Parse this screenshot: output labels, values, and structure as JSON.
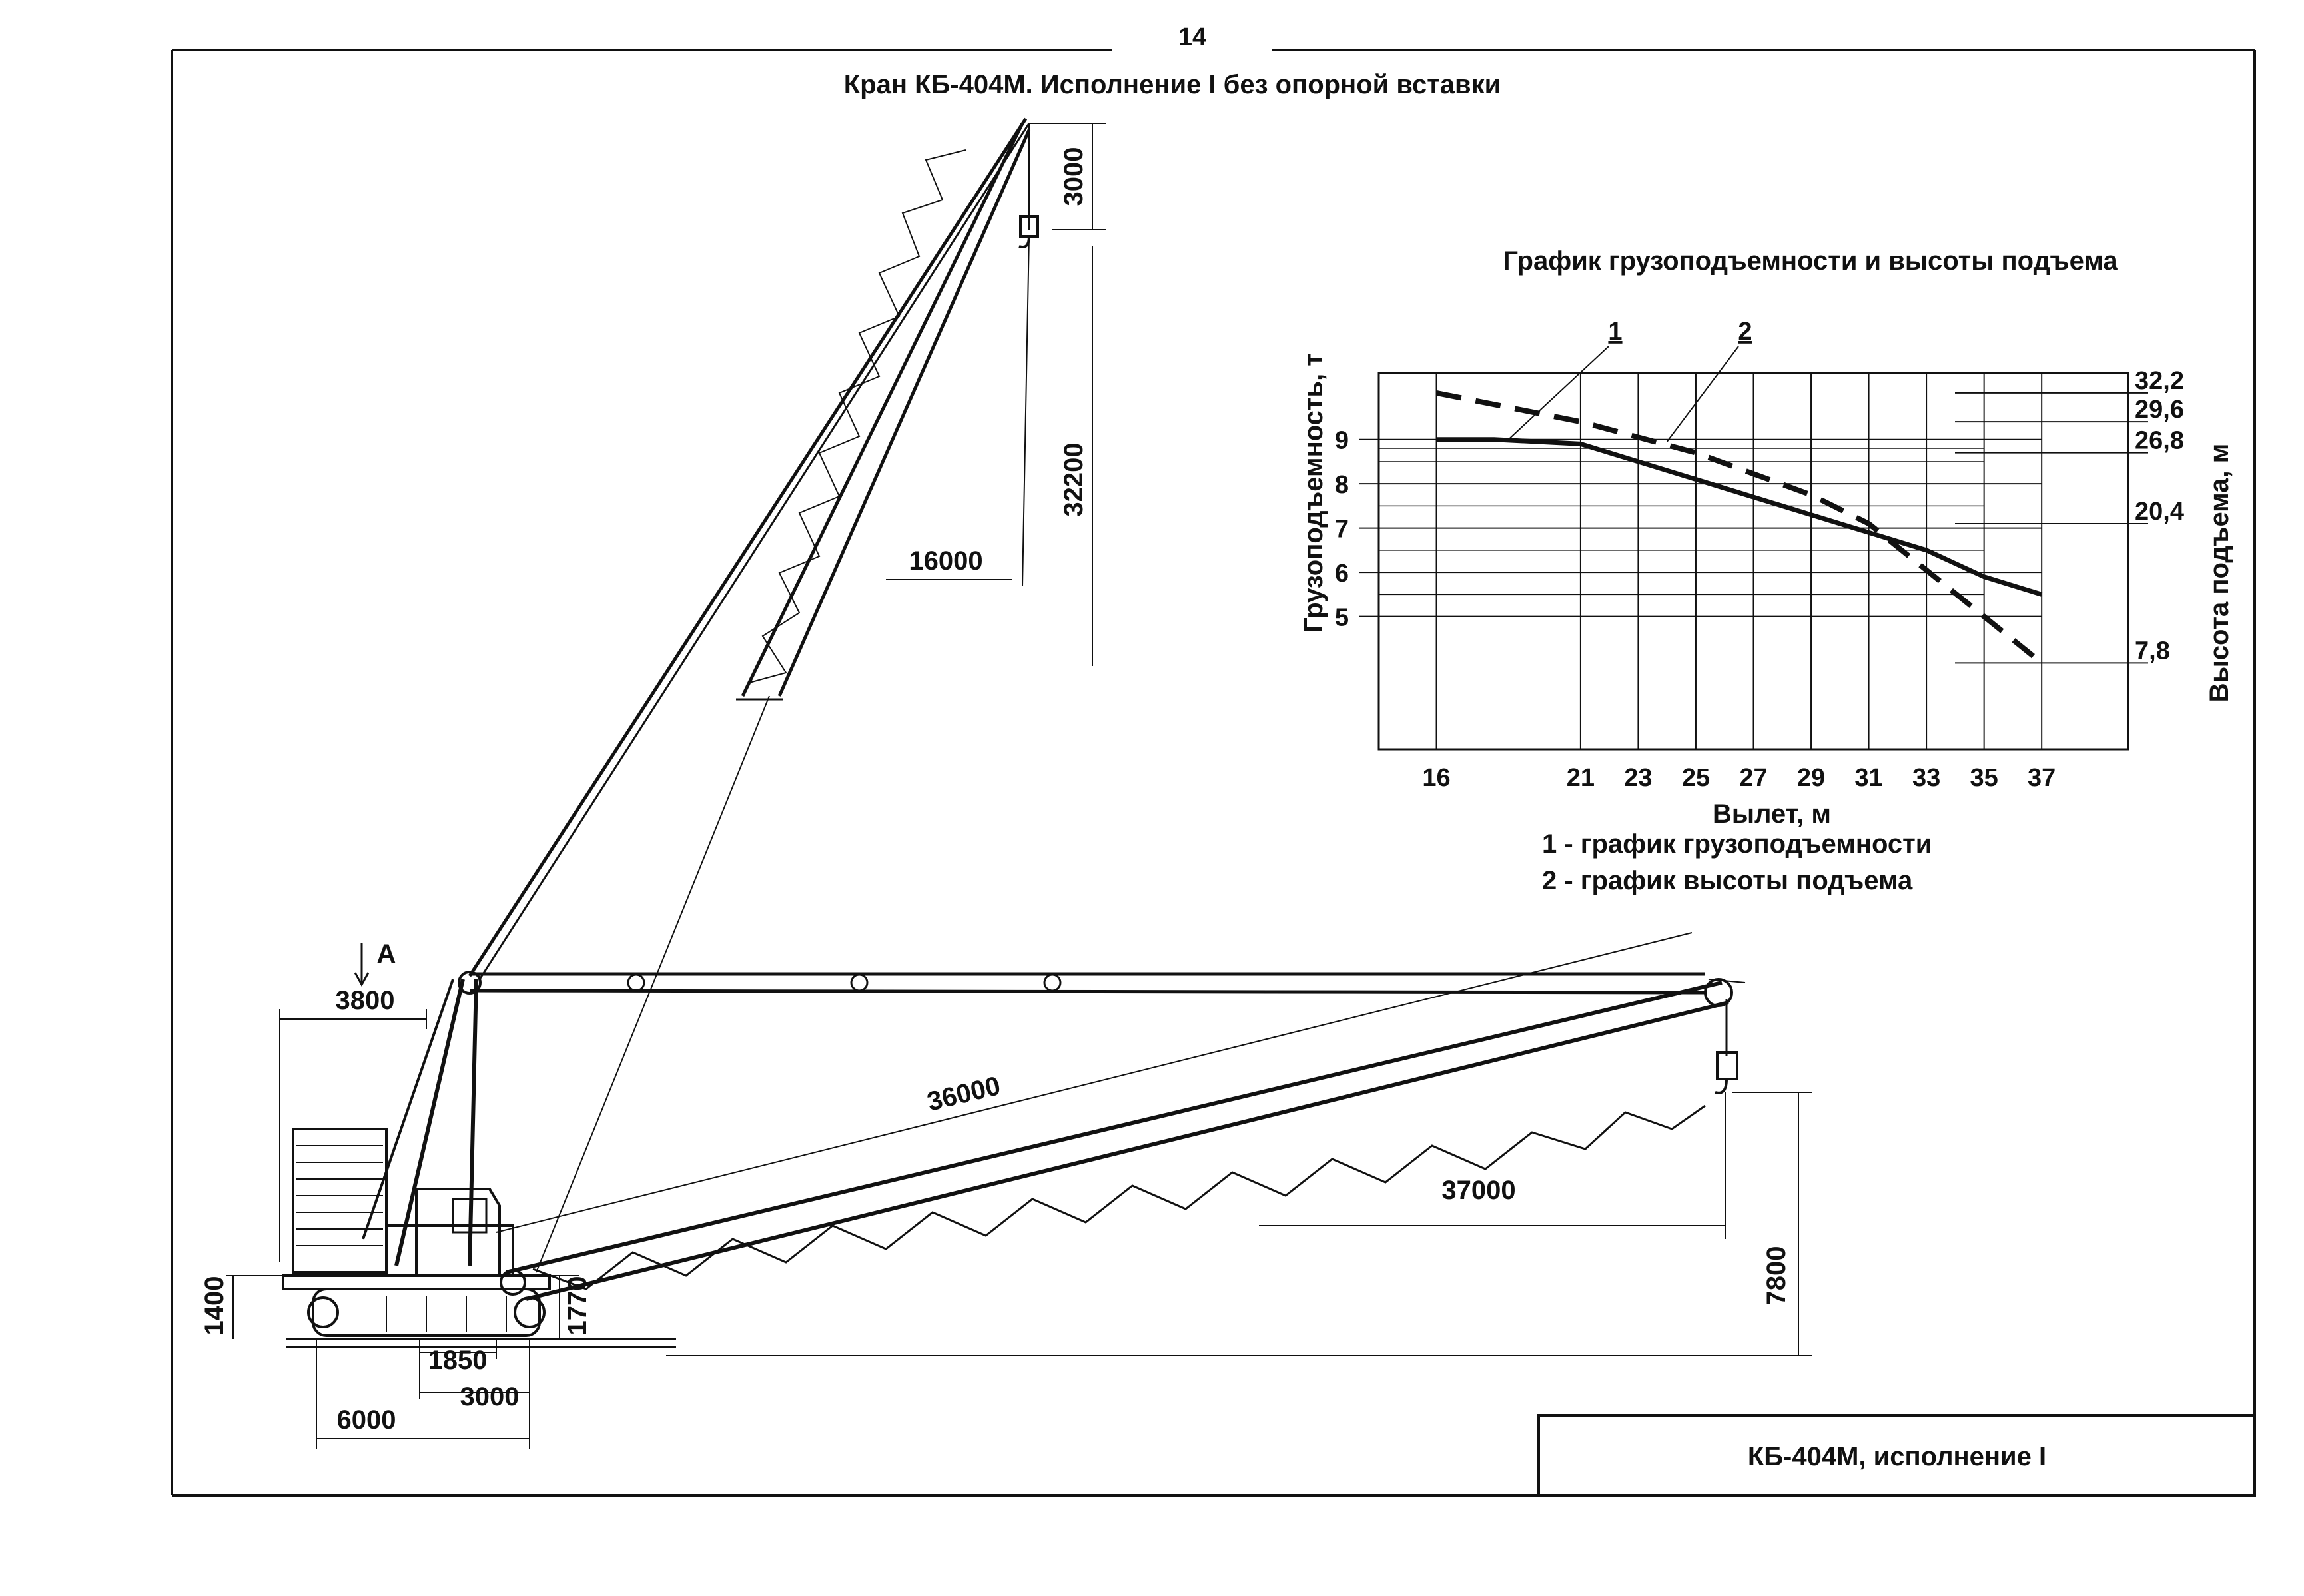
{
  "page_number": "14",
  "title": "Кран КБ-404М. Исполнение I без опорной вставки",
  "stamp_label": "КБ-404М, исполнение I",
  "view_marker": "А",
  "dimensions": {
    "jib_height": "3000",
    "lift_height_top": "32200",
    "jib_reach": "16000",
    "boom_length": "36000",
    "rear_overhang": "3800",
    "reach_max": "37000",
    "hook_height_low": "7800",
    "base_height_1400": "1400",
    "base_height_1770": "1770",
    "track_1850": "1850",
    "track_3000": "3000",
    "track_6000": "6000"
  },
  "chart_data": {
    "type": "line",
    "title": "График грузоподъемности и высоты подъема",
    "xlabel": "Вылет, м",
    "ylabel_left": "Грузоподъемность, т",
    "ylabel_right": "Высота подъема, м",
    "x_ticks": [
      "16",
      "21",
      "23",
      "25",
      "27",
      "29",
      "31",
      "33",
      "35",
      "37"
    ],
    "y_left_ticks": [
      "9",
      "8",
      "7",
      "6",
      "5"
    ],
    "y_right_ticks": [
      "32,2",
      "29,6",
      "26,8",
      "20,4",
      "7,8"
    ],
    "xlim": [
      14,
      40
    ],
    "ylim_left": [
      2,
      10.5
    ],
    "ylim_right": [
      0,
      34
    ],
    "series": [
      {
        "name": "1",
        "axis": "left",
        "style": "solid",
        "x": [
          16,
          18,
          21,
          23,
          25,
          27,
          29,
          31,
          33,
          35,
          37
        ],
        "y": [
          9.0,
          9.0,
          8.9,
          8.5,
          8.1,
          7.7,
          7.3,
          6.9,
          6.5,
          5.9,
          5.5
        ]
      },
      {
        "name": "2",
        "axis": "right",
        "style": "dashed",
        "x": [
          16,
          21,
          25,
          29,
          31,
          35,
          37
        ],
        "y": [
          32.2,
          29.6,
          26.8,
          23.0,
          20.4,
          12.0,
          7.8
        ]
      }
    ]
  },
  "legend": [
    {
      "label": "1 - график грузоподъемности"
    },
    {
      "label": "2 - график высоты подъема"
    }
  ]
}
